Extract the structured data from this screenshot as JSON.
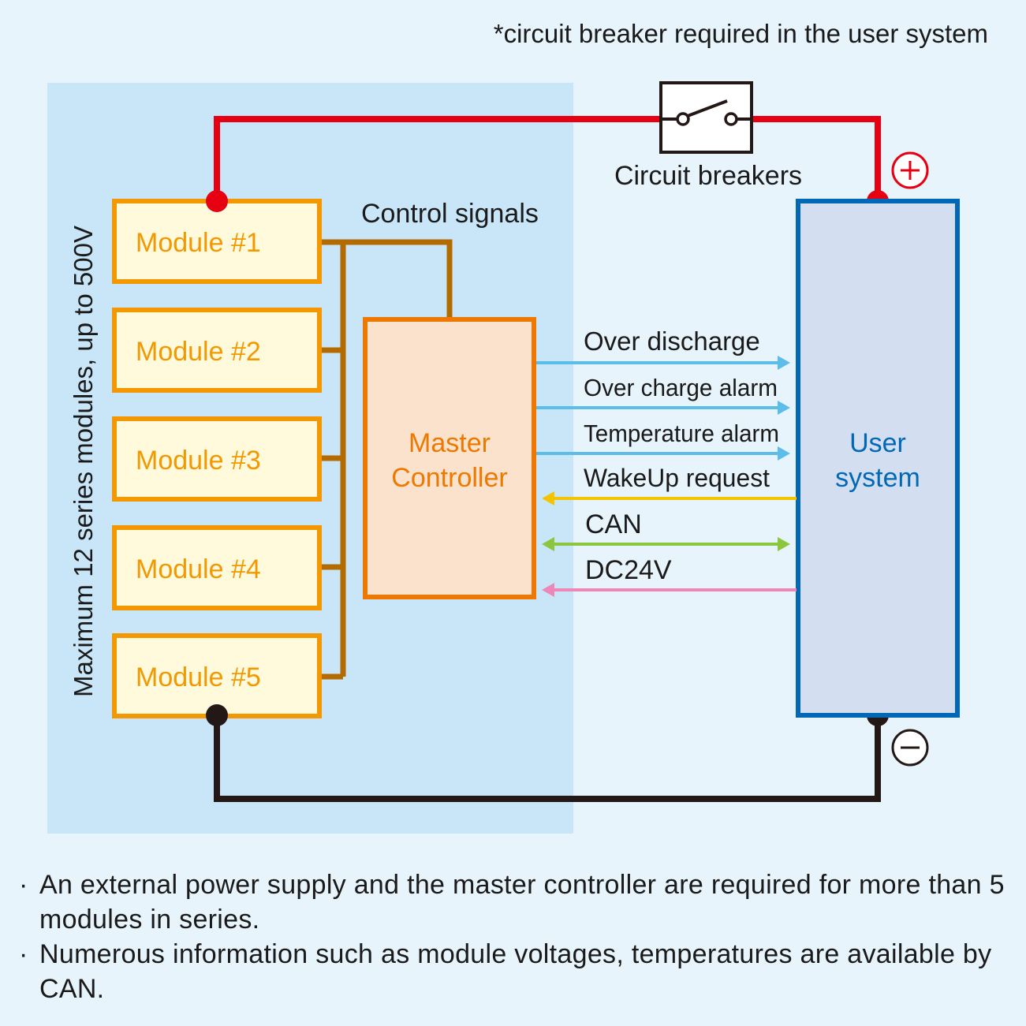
{
  "header_note": "*circuit breaker required in the user system",
  "circuit_breaker_label": "Circuit breakers",
  "control_signals_label": "Control signals",
  "vertical_label": "Maximum 12 series modules, up to 500V",
  "modules": [
    "Module #1",
    "Module #2",
    "Module #3",
    "Module #4",
    "Module #5"
  ],
  "master_controller": {
    "line1": "Master",
    "line2": "Controller"
  },
  "user_system": {
    "line1": "User",
    "line2": "system"
  },
  "signals": [
    {
      "label": "Over discharge",
      "direction": "to-user",
      "color": "#5bbde8"
    },
    {
      "label": "Over charge alarm",
      "direction": "to-user",
      "color": "#5bbde8"
    },
    {
      "label": "Temperature alarm",
      "direction": "to-user",
      "color": "#5bbde8"
    },
    {
      "label": "WakeUp request",
      "direction": "to-controller",
      "color": "#f5c400"
    },
    {
      "label": "CAN",
      "direction": "bidirectional",
      "color": "#8cc63f"
    },
    {
      "label": "DC24V",
      "direction": "to-controller",
      "color": "#ee86b8"
    }
  ],
  "terminals": {
    "plus": "+",
    "minus": "−"
  },
  "notes": [
    "An external power supply and the master controller are required for more than 5 modules in series.",
    "Numerous information such as module voltages, temperatures are available by CAN."
  ],
  "note_bullet": "·",
  "colors": {
    "positive_line": "#e60012",
    "negative_line": "#231815",
    "control_line": "#b36b00",
    "module_border": "#f39800",
    "module_fill": "#fffadc",
    "module_text": "#f39800",
    "controller_border": "#ee7800",
    "controller_fill": "#fbe2cc",
    "controller_text": "#ee7800",
    "user_border": "#0068b7",
    "user_fill": "#d3dff0",
    "user_text": "#0068b7",
    "panel_fill": "#c8e6f8"
  }
}
